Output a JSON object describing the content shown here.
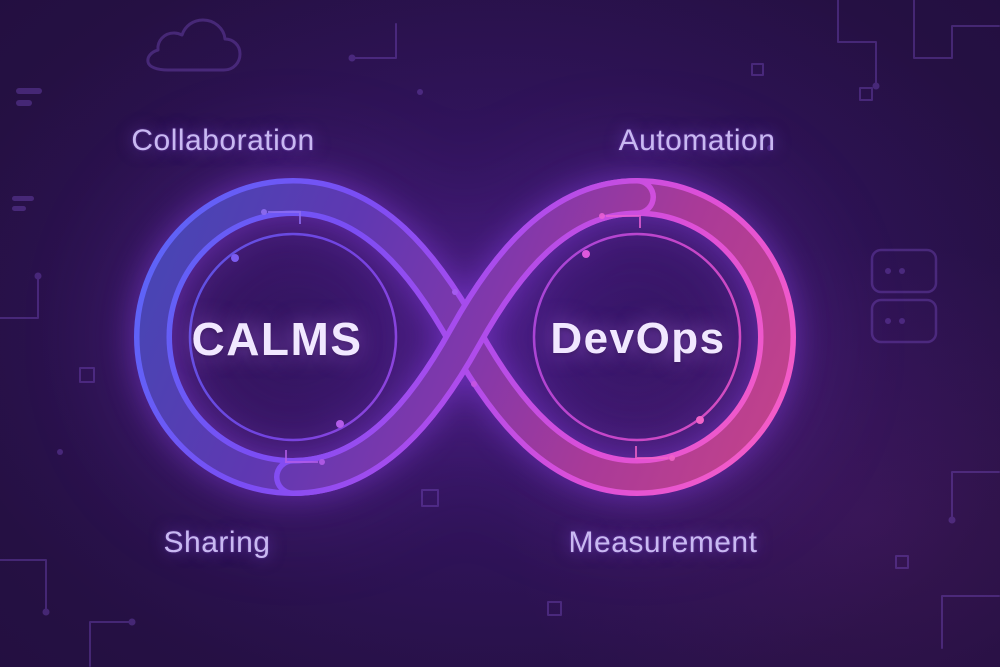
{
  "diagram": {
    "type": "infinity-loop",
    "center_labels": [
      {
        "id": "calms",
        "text": "CALMS"
      },
      {
        "id": "devops",
        "text": "DevOps"
      }
    ],
    "corner_labels": [
      {
        "id": "collaboration",
        "text": "Collaboration"
      },
      {
        "id": "automation",
        "text": "Automation"
      },
      {
        "id": "sharing",
        "text": "Sharing"
      },
      {
        "id": "measurement",
        "text": "Measurement"
      }
    ],
    "decor_icons": [
      {
        "name": "cloud-icon"
      },
      {
        "name": "server-rack-icon"
      },
      {
        "name": "circuit-trace-pattern"
      }
    ],
    "colors": {
      "background_center": "#2c1252",
      "background_edge": "#1a0a34",
      "loop_blue": "#5a67f8",
      "loop_purple": "#ad4cec",
      "loop_pink": "#fa5fc3",
      "corner_label": "#c9b9f2",
      "center_text": "#f1e8ff",
      "circuit_decor": "#7b4ec6"
    }
  }
}
